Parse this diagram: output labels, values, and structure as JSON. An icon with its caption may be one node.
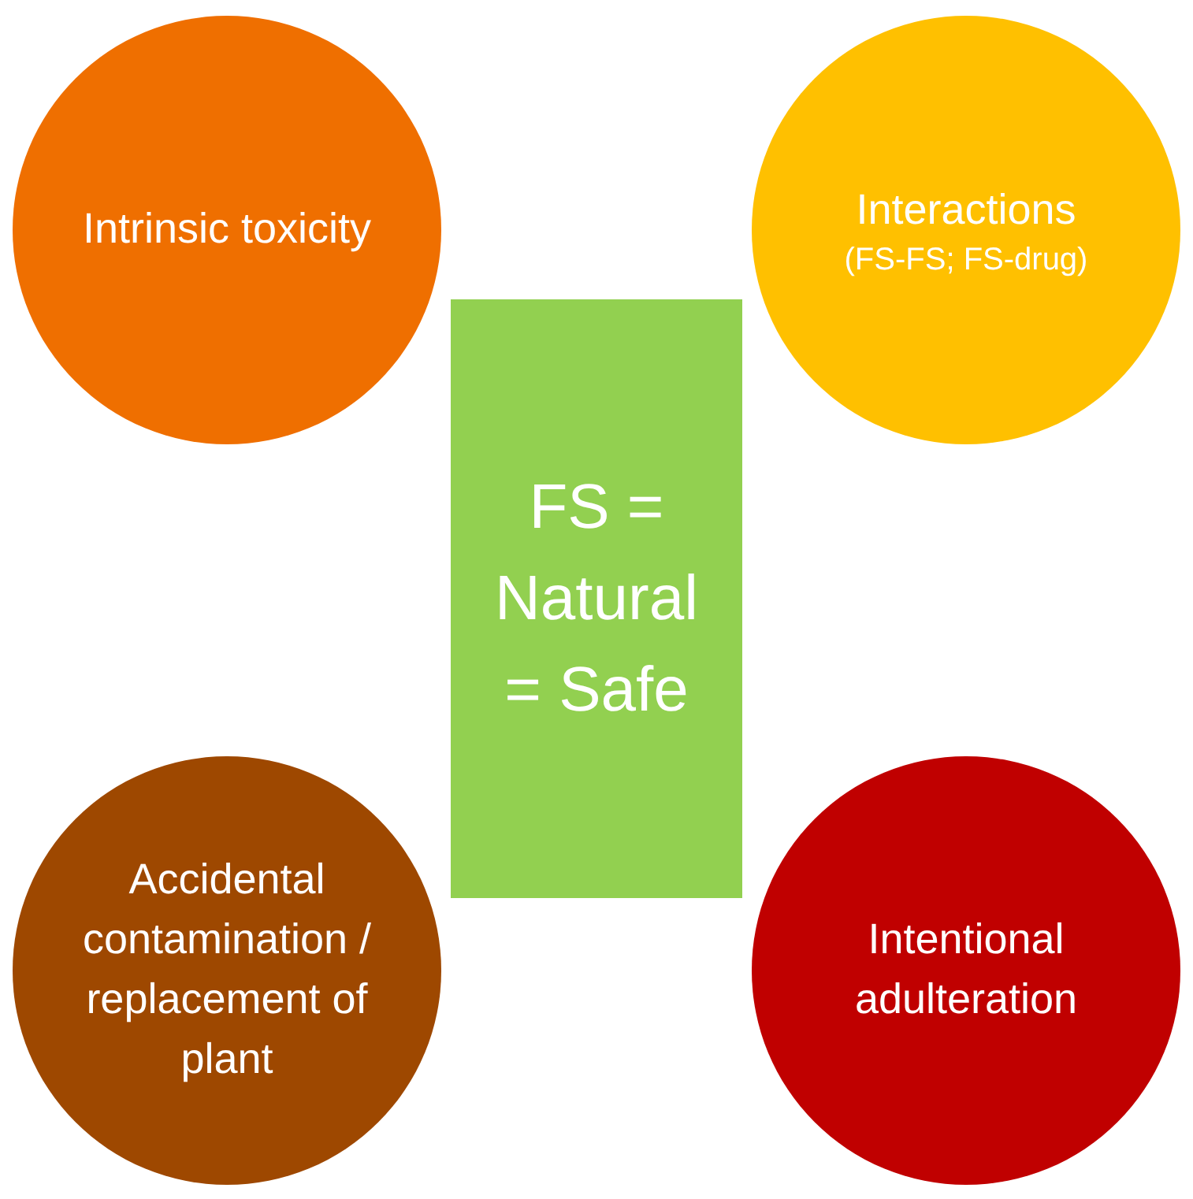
{
  "diagram": {
    "nodes": [
      {
        "text": [
          "Intrinsic toxicity"
        ]
      },
      {
        "text": [
          "Interactions",
          "(FS-FS; FS-drug)"
        ]
      },
      {
        "text": [
          "FS = Natural = Safe"
        ]
      },
      {
        "text": [
          "Accidental contamination / replacement of plant"
        ]
      },
      {
        "text": [
          "Intentional adulteration"
        ]
      }
    ]
  }
}
